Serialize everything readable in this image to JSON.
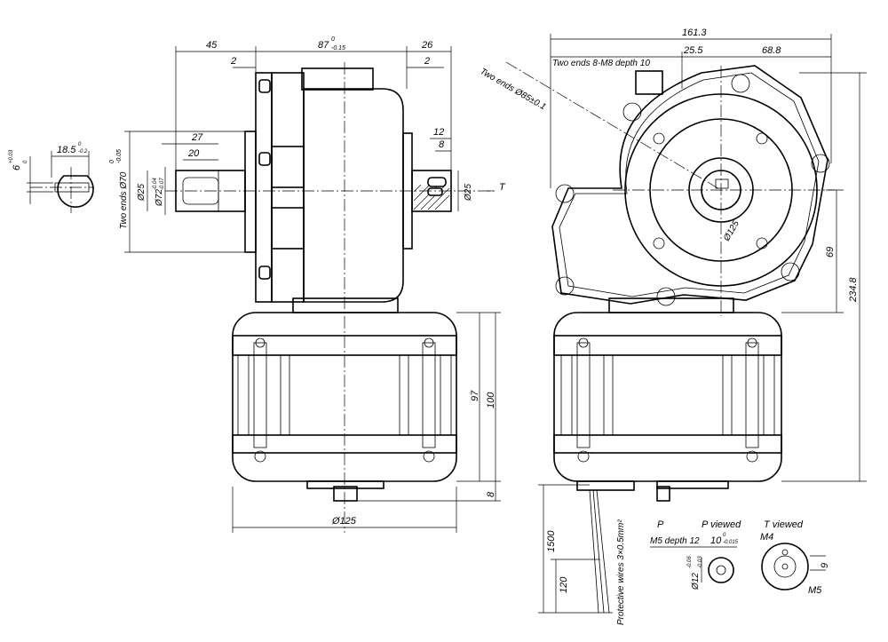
{
  "dimensions": {
    "overall_width": "161.3",
    "left_shaft_len": "45",
    "body_len": "87",
    "body_tol_upper": "0",
    "body_tol_lower": "-0.15",
    "right_shaft_len": "26",
    "gap_left": "2",
    "gap_right": "2",
    "key_span": "27",
    "key_len": "20",
    "right_bore": "12",
    "right_key": "8",
    "flange_dia": "Two ends  Ø70",
    "flange_tol_upper": "0",
    "flange_tol_lower": "-0.05",
    "shaft_dia": "Ø25",
    "spigot_dia": "Ø72",
    "spigot_tol_upper": "-0.04",
    "spigot_tol_lower": "-0.07",
    "right_shaft_dia": "Ø25",
    "key_width": "18.5",
    "key_width_tol_upper": "0",
    "key_width_tol_lower": "-0.2",
    "key_depth": "6",
    "key_depth_tol_upper": "+0.03",
    "key_depth_tol_lower": "0",
    "motor_height": "97",
    "motor_height_total": "100",
    "base_height": "8",
    "motor_dia_front": "Ø125",
    "threads": "Two ends  8-M8  depth 10",
    "offset_25": "25.5",
    "offset_68": "68.8",
    "pcd": "Two ends  Ø85±0.1",
    "front_circle": "Ø125",
    "height_69": "69",
    "height_total": "234.8",
    "cable_len": "1500",
    "cable_end": "120",
    "protective_wires": "Protective wires 3×0.5mm²",
    "small_bore": "10",
    "small_bore_tol_upper": "0",
    "small_bore_tol_lower": "-0.015",
    "small_shaft": "Ø12",
    "small_shaft_tol_upper": "-0.06",
    "small_shaft_tol_lower": "-0.03",
    "m5_depth": "M5 depth 12",
    "m4": "M4",
    "m5": "M5",
    "nine": "9"
  },
  "labels": {
    "t_arrow": "T",
    "p_arrow": "P",
    "p_viewed": "P viewed",
    "t_viewed": "T viewed"
  }
}
